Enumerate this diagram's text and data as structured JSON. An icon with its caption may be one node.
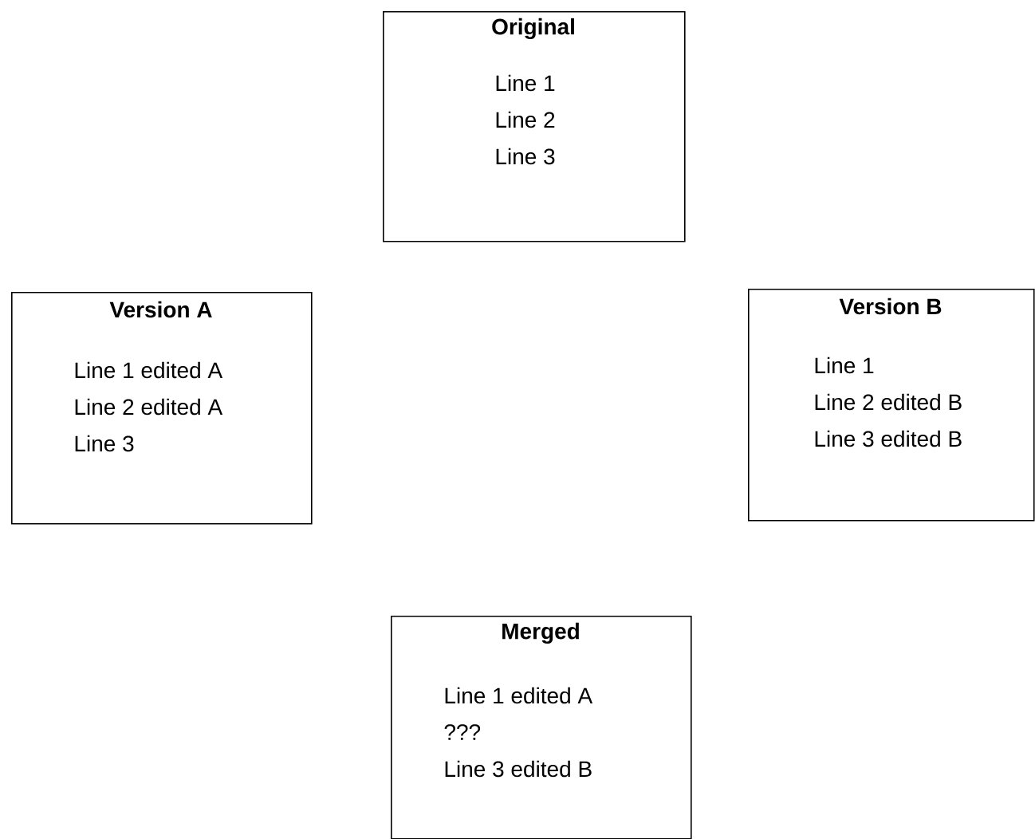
{
  "diagram": {
    "nodes": [
      {
        "text": [
          "Original",
          "Line 1",
          "Line 2",
          "Line 3"
        ]
      },
      {
        "text": [
          "Version A",
          "Line 1 edited A",
          "Line 2 edited A",
          "Line 3"
        ]
      },
      {
        "text": [
          "Version B",
          "Line 1",
          "Line 2 edited B",
          "Line 3 edited B"
        ]
      },
      {
        "text": [
          "Merged",
          "Line 1 edited A",
          "???",
          "Line 3 edited B"
        ]
      }
    ]
  }
}
